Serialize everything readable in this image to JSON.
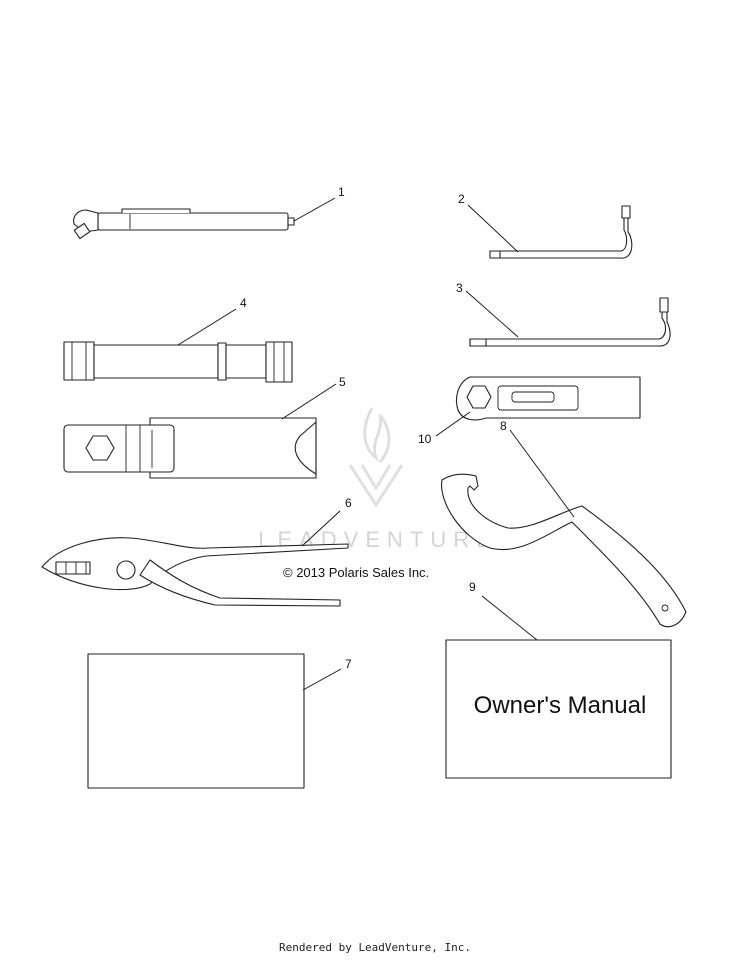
{
  "watermark": {
    "text": "LEADVENTURE",
    "icon": "flame-v-logo"
  },
  "copyright": "© 2013 Polaris Sales Inc.",
  "footer": "Rendered by LeadVenture, Inc.",
  "callouts": {
    "p1": "1",
    "p2": "2",
    "p3": "3",
    "p4": "4",
    "p5": "5",
    "p6": "6",
    "p7": "7",
    "p8": "8",
    "p9": "9",
    "p10": "10"
  },
  "manual": {
    "title": "Owner's Manual"
  }
}
